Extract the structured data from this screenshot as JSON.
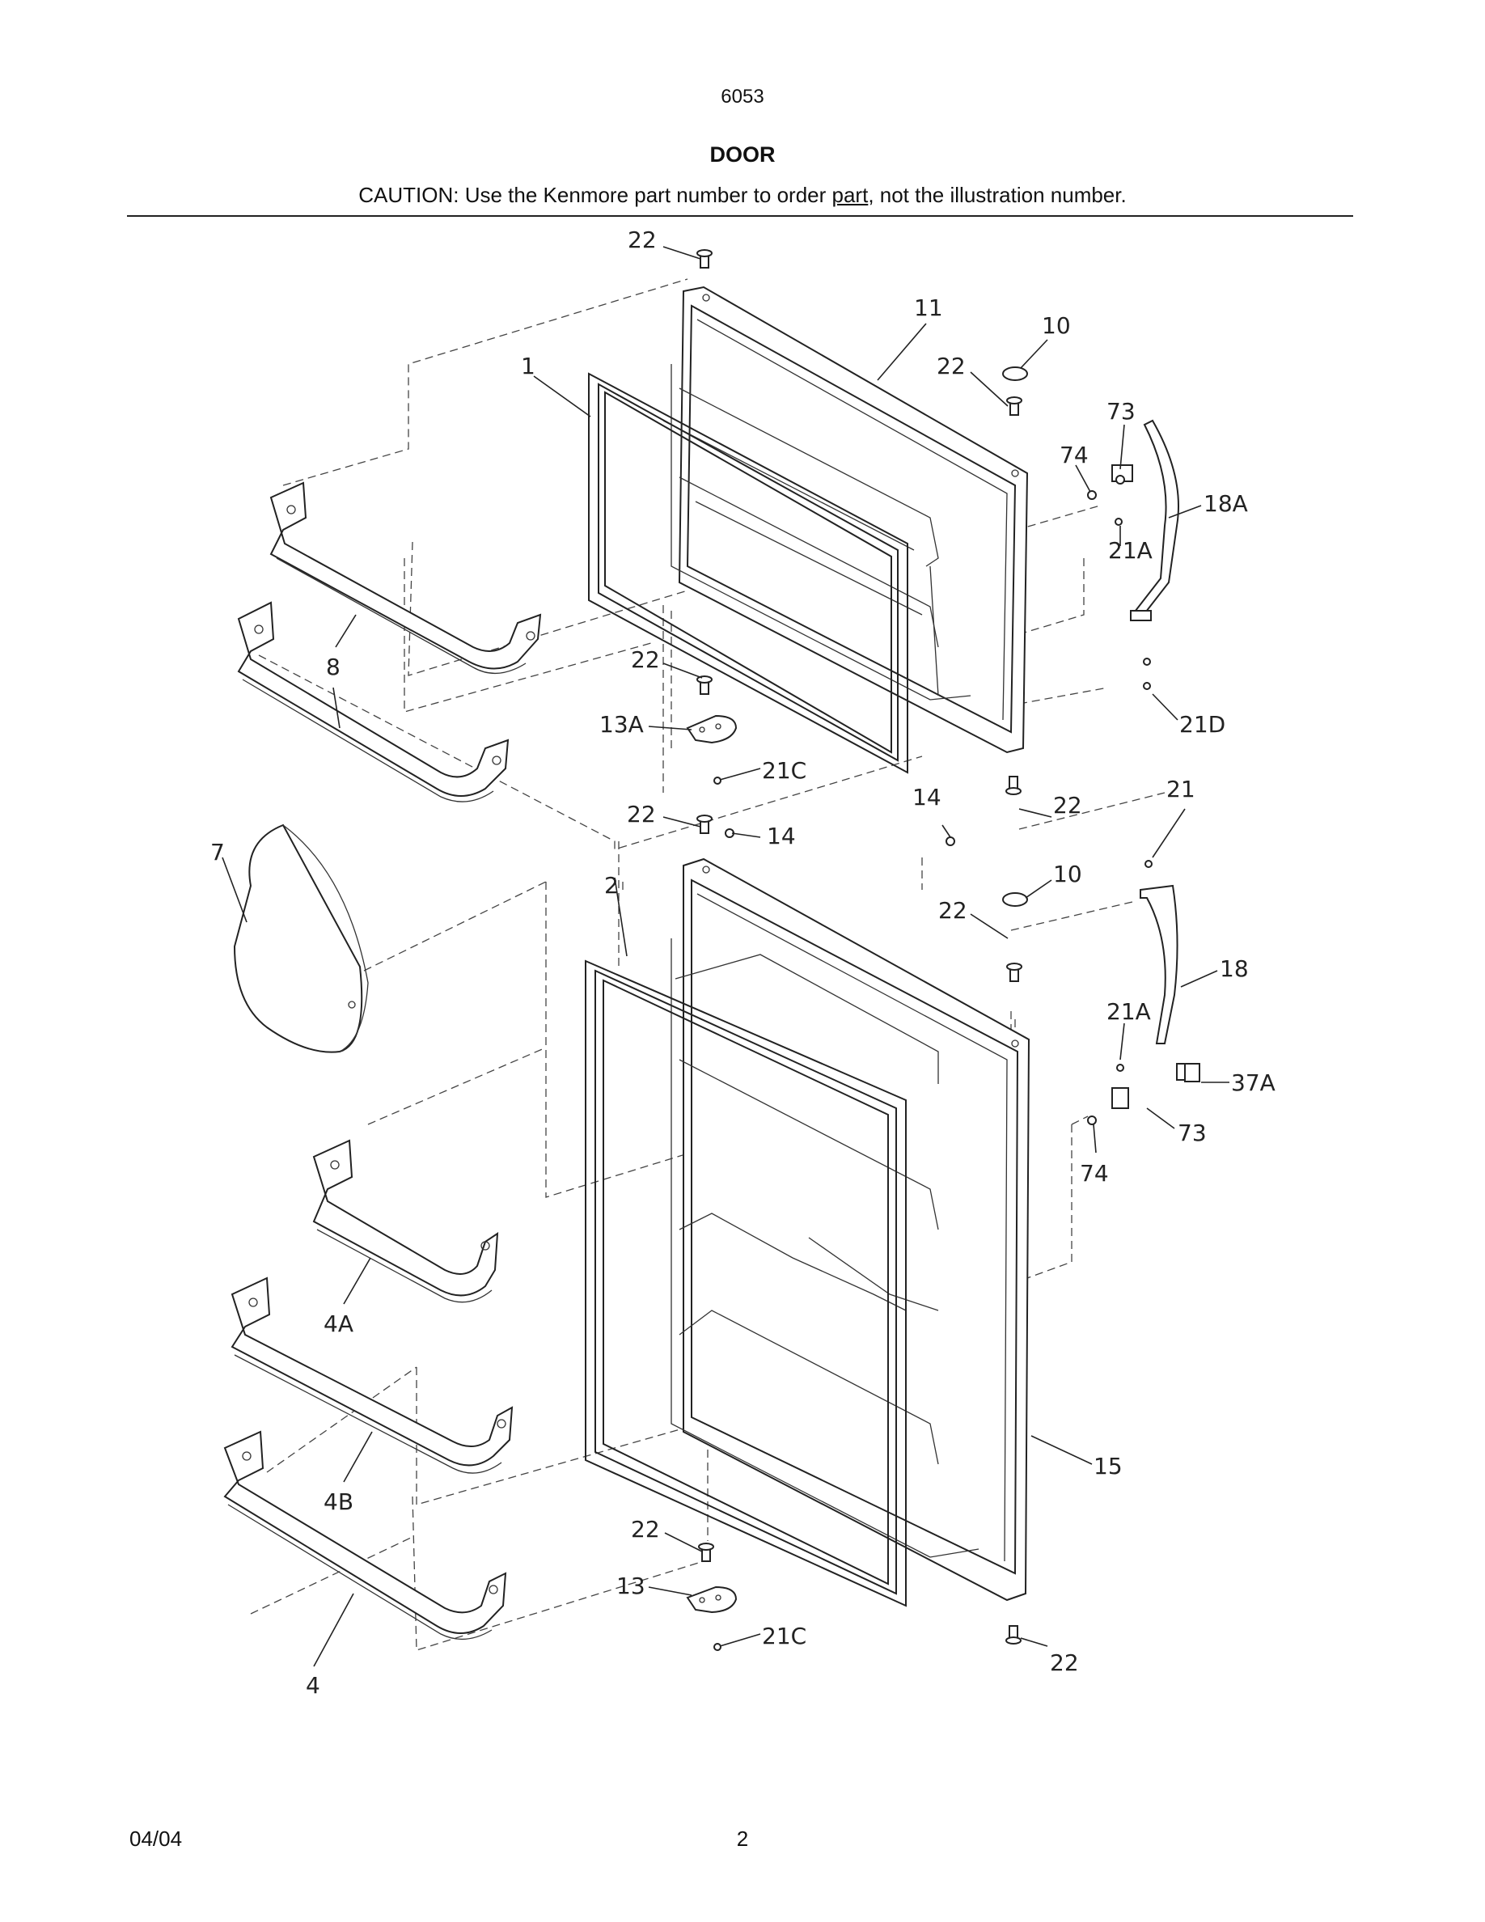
{
  "header": {
    "model_number": "6053",
    "title": "DOOR",
    "caution_prefix": "CAUTION: Use the Kenmore part number to order ",
    "caution_underlined": "part",
    "caution_suffix": ", not the illustration number."
  },
  "callouts": {
    "c22_top": "22",
    "c11": "11",
    "c10_upper": "10",
    "c22_hinge_upper": "22",
    "c1": "1",
    "c73_upper": "73",
    "c74_upper": "74",
    "c18A": "18A",
    "c21A_upper": "21A",
    "c8": "8",
    "c22_mid": "22",
    "c13A": "13A",
    "c21C_upper": "21C",
    "c21D": "21D",
    "c14_right": "14",
    "c22_right_mid": "22",
    "c21": "21",
    "c22_lower_top": "22",
    "c14_left": "14",
    "c7": "7",
    "c2": "2",
    "c10_lower": "10",
    "c22_hinge_lower": "22",
    "c18": "18",
    "c21A_lower": "21A",
    "c37A": "37A",
    "c73_lower": "73",
    "c74_lower": "74",
    "c4A": "4A",
    "c4B": "4B",
    "c15": "15",
    "c22_bottom": "22",
    "c13": "13",
    "c21C_lower": "21C",
    "c4": "4",
    "c22_bottom_right": "22"
  },
  "footer": {
    "date": "04/04",
    "page": "2"
  }
}
